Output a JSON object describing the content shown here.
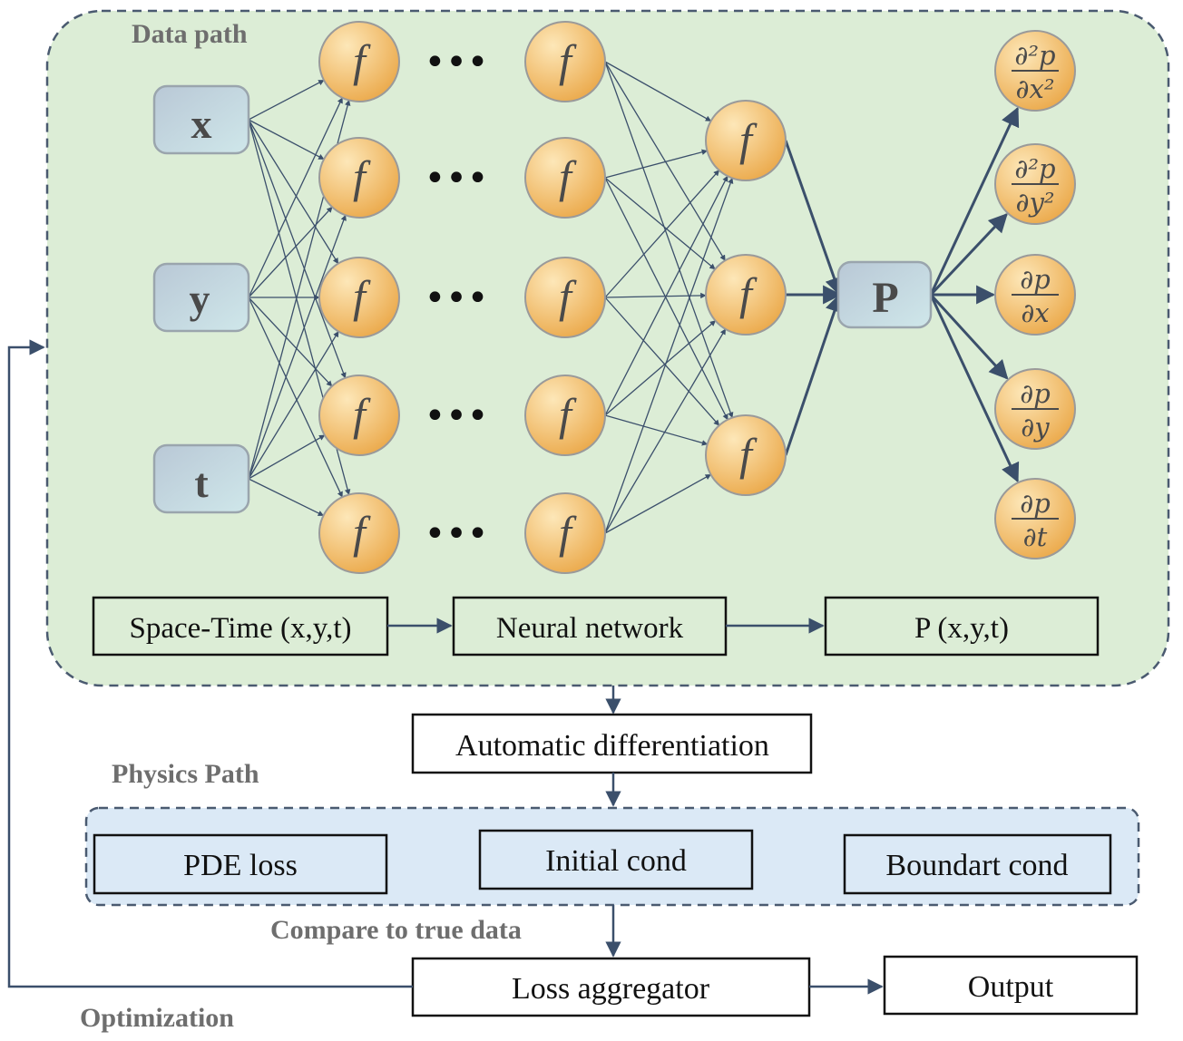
{
  "data_path": {
    "label": "Data path",
    "inputs": [
      "x",
      "y",
      "t"
    ],
    "neuron_symbol": "f",
    "ellipsis": "•••",
    "output_node": "P",
    "derivatives": [
      {
        "num": "∂²p",
        "den": "∂x²"
      },
      {
        "num": "∂²p",
        "den": "∂y²"
      },
      {
        "num": "∂p",
        "den": "∂x"
      },
      {
        "num": "∂p",
        "den": "∂y"
      },
      {
        "num": "∂p",
        "den": "∂t"
      }
    ],
    "flow": [
      "Space-Time (x,y,t)",
      "Neural network",
      "P (x,y,t)"
    ]
  },
  "auto_diff": "Automatic differentiation",
  "physics_path": {
    "label": "Physics Path",
    "boxes": [
      "PDE loss",
      "Initial cond",
      "Boundart cond"
    ]
  },
  "compare_label": "Compare to true data",
  "loss_aggregator": "Loss aggregator",
  "output": "Output",
  "optimization_label": "Optimization",
  "colors": {
    "data_bg": "#dcedd6",
    "physics_bg": "#dbe9f6",
    "neuron_light": "#fbdfa4",
    "neuron_dark": "#e9aa45",
    "node_light": "#c8d6e2",
    "node_dark": "#a8bcd0",
    "arrow": "#3b4f6b",
    "dashed": "#4a5a70"
  }
}
